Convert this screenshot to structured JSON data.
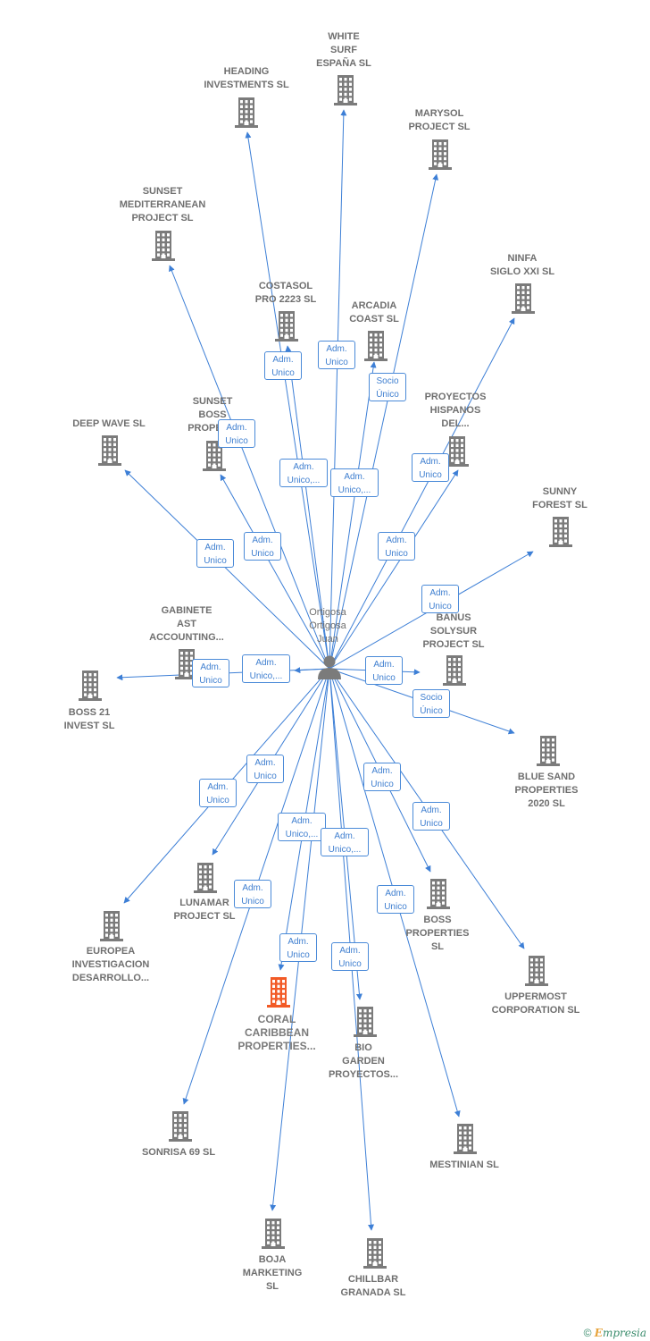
{
  "center": {
    "name": "Ortigosa\nOrtigosa\nJuan",
    "icon": "person-icon"
  },
  "colors": {
    "edge": "#3d7fd6",
    "building": "#7b7b7b",
    "highlight": "#f25a26",
    "edge_label_border": "#4a8ad8"
  },
  "companies": [
    {
      "id": "heading",
      "name": "HEADING\nINVESTMENTS SL"
    },
    {
      "id": "whitesurf",
      "name": "WHITE\nSURF\nESPAÑA SL"
    },
    {
      "id": "marysol",
      "name": "MARYSOL\nPROJECT  SL"
    },
    {
      "id": "sunsetmed",
      "name": "SUNSET\nMEDITERRANEAN\nPROJECT  SL"
    },
    {
      "id": "costasol",
      "name": "COSTASOL\nPRO 2223  SL"
    },
    {
      "id": "arcadia",
      "name": "ARCADIA\nCOAST SL"
    },
    {
      "id": "ninfa",
      "name": "NINFA\nSIGLO XXI SL"
    },
    {
      "id": "sunsetboss",
      "name": "SUNSET\nBOSS\nPROPER..."
    },
    {
      "id": "deepwave",
      "name": "DEEP WAVE SL"
    },
    {
      "id": "proyectos",
      "name": "PROYECTOS\nHISPANOS\nDEL..."
    },
    {
      "id": "sunnyforest",
      "name": "SUNNY\nFOREST SL"
    },
    {
      "id": "gabinete",
      "name": "GABINETE\nAST\nACCOUNTING..."
    },
    {
      "id": "banus",
      "name": "BANUS\nSOLYSUR\nPROJECT  SL"
    },
    {
      "id": "boss21",
      "name": "BOSS 21\nINVEST  SL"
    },
    {
      "id": "bluesand",
      "name": "BLUE SAND\nPROPERTIES\n2020  SL"
    },
    {
      "id": "europea",
      "name": "EUROPEA\nINVESTIGACION\nDESARROLLO..."
    },
    {
      "id": "lunamar",
      "name": "LUNAMAR\nPROJECT  SL"
    },
    {
      "id": "bossprop",
      "name": "BOSS\nPROPERTIES\nSL"
    },
    {
      "id": "uppermost",
      "name": "UPPERMOST\nCORPORATION SL"
    },
    {
      "id": "coral",
      "name": "CORAL\nCARIBBEAN\nPROPERTIES...",
      "highlight": true
    },
    {
      "id": "biogarden",
      "name": "BIO\nGARDEN\nPROYECTOS..."
    },
    {
      "id": "sonrisa",
      "name": "SONRISA 69 SL"
    },
    {
      "id": "mestinian",
      "name": "MESTINIAN SL"
    },
    {
      "id": "boja",
      "name": "BOJA\nMARKETING\nSL"
    },
    {
      "id": "chillbar",
      "name": "CHILLBAR\nGRANADA  SL"
    }
  ],
  "relations": [
    {
      "to": "heading",
      "label": "Adm.\nUnico"
    },
    {
      "to": "whitesurf",
      "label": "Adm.\nUnico"
    },
    {
      "to": "marysol",
      "label": "Adm.\nUnico,..."
    },
    {
      "to": "sunsetmed",
      "label": "Adm.\nUnico"
    },
    {
      "to": "costasol",
      "label": "Adm.\nUnico,..."
    },
    {
      "to": "arcadia",
      "label": "Socio\nÚnico"
    },
    {
      "to": "ninfa",
      "label": "Adm.\nUnico"
    },
    {
      "to": "sunsetboss",
      "label": "Adm.\nUnico"
    },
    {
      "to": "deepwave",
      "label": "Adm.\nUnico"
    },
    {
      "to": "proyectos",
      "label": "Adm.\nUnico"
    },
    {
      "to": "sunnyforest",
      "label": "Adm.\nUnico"
    },
    {
      "to": "gabinete",
      "label": "Adm.\nUnico,..."
    },
    {
      "to": "banus",
      "label": "Adm.\nUnico"
    },
    {
      "to": "boss21",
      "label": "Adm.\nUnico"
    },
    {
      "to": "bluesand",
      "label": "Socio\nÚnico"
    },
    {
      "to": "europea",
      "label": "Adm.\nUnico"
    },
    {
      "to": "lunamar",
      "label": "Adm.\nUnico"
    },
    {
      "to": "bossprop",
      "label": "Adm.\nUnico"
    },
    {
      "to": "uppermost",
      "label": "Adm.\nUnico"
    },
    {
      "to": "coral",
      "label": "Adm.\nUnico,..."
    },
    {
      "to": "biogarden",
      "label": "Adm.\nUnico,..."
    },
    {
      "to": "sonrisa",
      "label": "Adm.\nUnico"
    },
    {
      "to": "mestinian",
      "label": "Adm.\nUnico"
    },
    {
      "to": "boja",
      "label": "Adm.\nUnico"
    },
    {
      "to": "chillbar",
      "label": "Adm.\nUnico"
    }
  ],
  "footer": {
    "copyright": "©",
    "brand_initial": "E",
    "brand_rest": "mpresia"
  }
}
